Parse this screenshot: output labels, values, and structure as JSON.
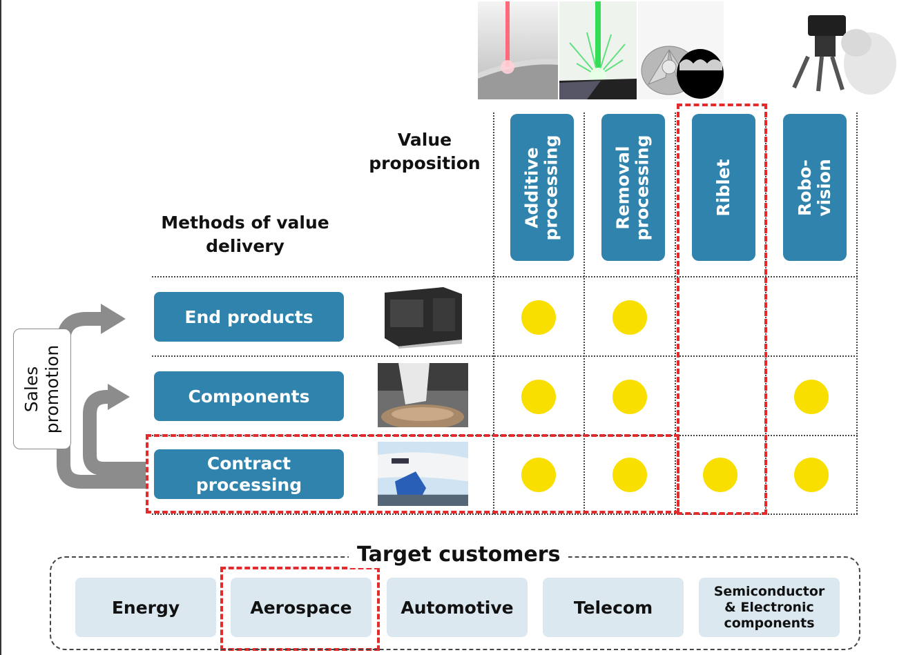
{
  "headers": {
    "value_proposition": "Value\nproposition",
    "methods": "Methods of value\ndelivery"
  },
  "columns": [
    {
      "label": "Additive\nprocessing"
    },
    {
      "label": "Removal\nprocessing"
    },
    {
      "label": "Riblet"
    },
    {
      "label": "Robo-vision"
    }
  ],
  "rows": [
    {
      "label": "End products",
      "marks": [
        true,
        true,
        false,
        false
      ]
    },
    {
      "label": "Components",
      "marks": [
        true,
        true,
        false,
        true
      ]
    },
    {
      "label": "Contract\nprocessing",
      "marks": [
        true,
        true,
        true,
        true
      ]
    }
  ],
  "sales_promotion": "Sales\npromotion",
  "target_customers": {
    "title": "Target customers",
    "items": [
      "Energy",
      "Aerospace",
      "Automotive",
      "Telecom",
      "Semiconductor\n& Electronic\ncomponents"
    ]
  },
  "colors": {
    "pill": "#2f83ad",
    "dot": "#f9df00",
    "highlight": "#e32b2b",
    "customer_box": "#dbe8f0"
  }
}
